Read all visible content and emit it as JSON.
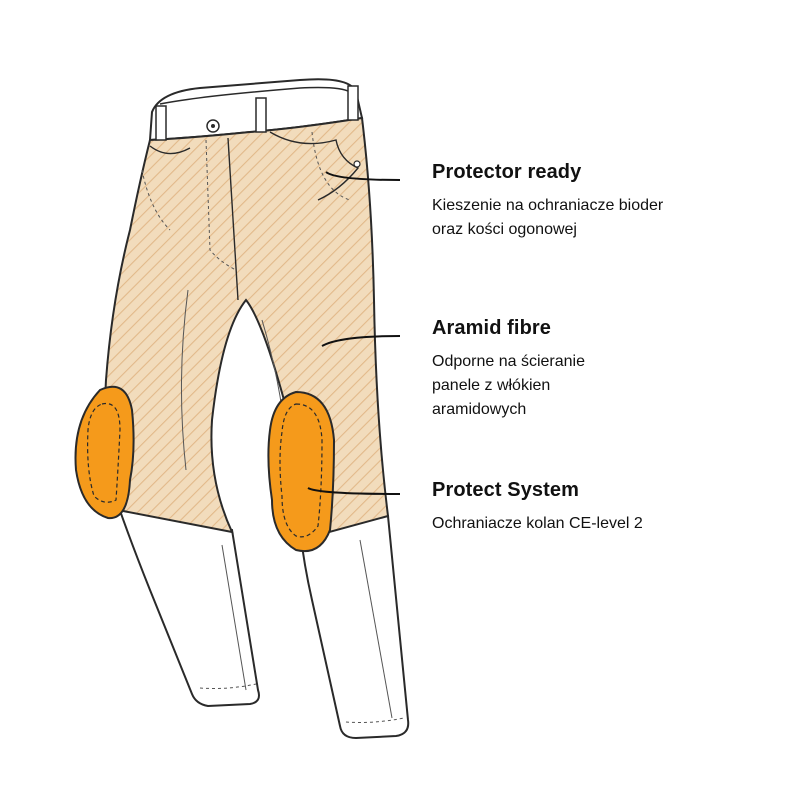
{
  "colors": {
    "fabric": "#f2dcbc",
    "fabric_hatch": "#e2b98a",
    "knee_pad": "#f59a1b",
    "outline": "#2a2a2a",
    "leader_line": "#111111"
  },
  "callouts": [
    {
      "id": "protector-ready",
      "title": "Protector ready",
      "description": "Kieszenie na ochraniacze bioder\noraz kości ogonowej"
    },
    {
      "id": "aramid-fibre",
      "title": "Aramid fibre",
      "description": "Odporne na ścieranie\npanele z włókien\naramidowych"
    },
    {
      "id": "protect-system",
      "title": "Protect System",
      "description": "Ochraniacze kolan CE-level 2"
    }
  ]
}
